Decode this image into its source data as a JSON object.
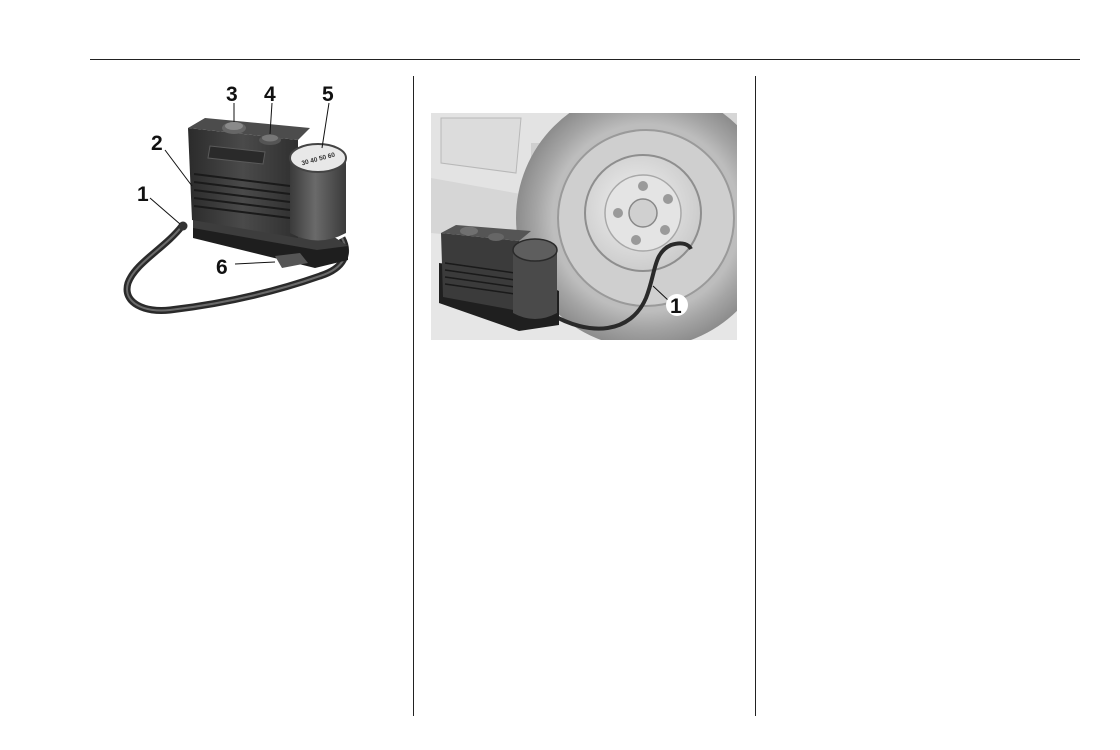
{
  "figure_1": {
    "callouts": [
      "1",
      "2",
      "3",
      "4",
      "5",
      "6"
    ],
    "gauge_text": "30 40 50 60"
  },
  "figure_2": {
    "callouts": [
      "1"
    ]
  }
}
